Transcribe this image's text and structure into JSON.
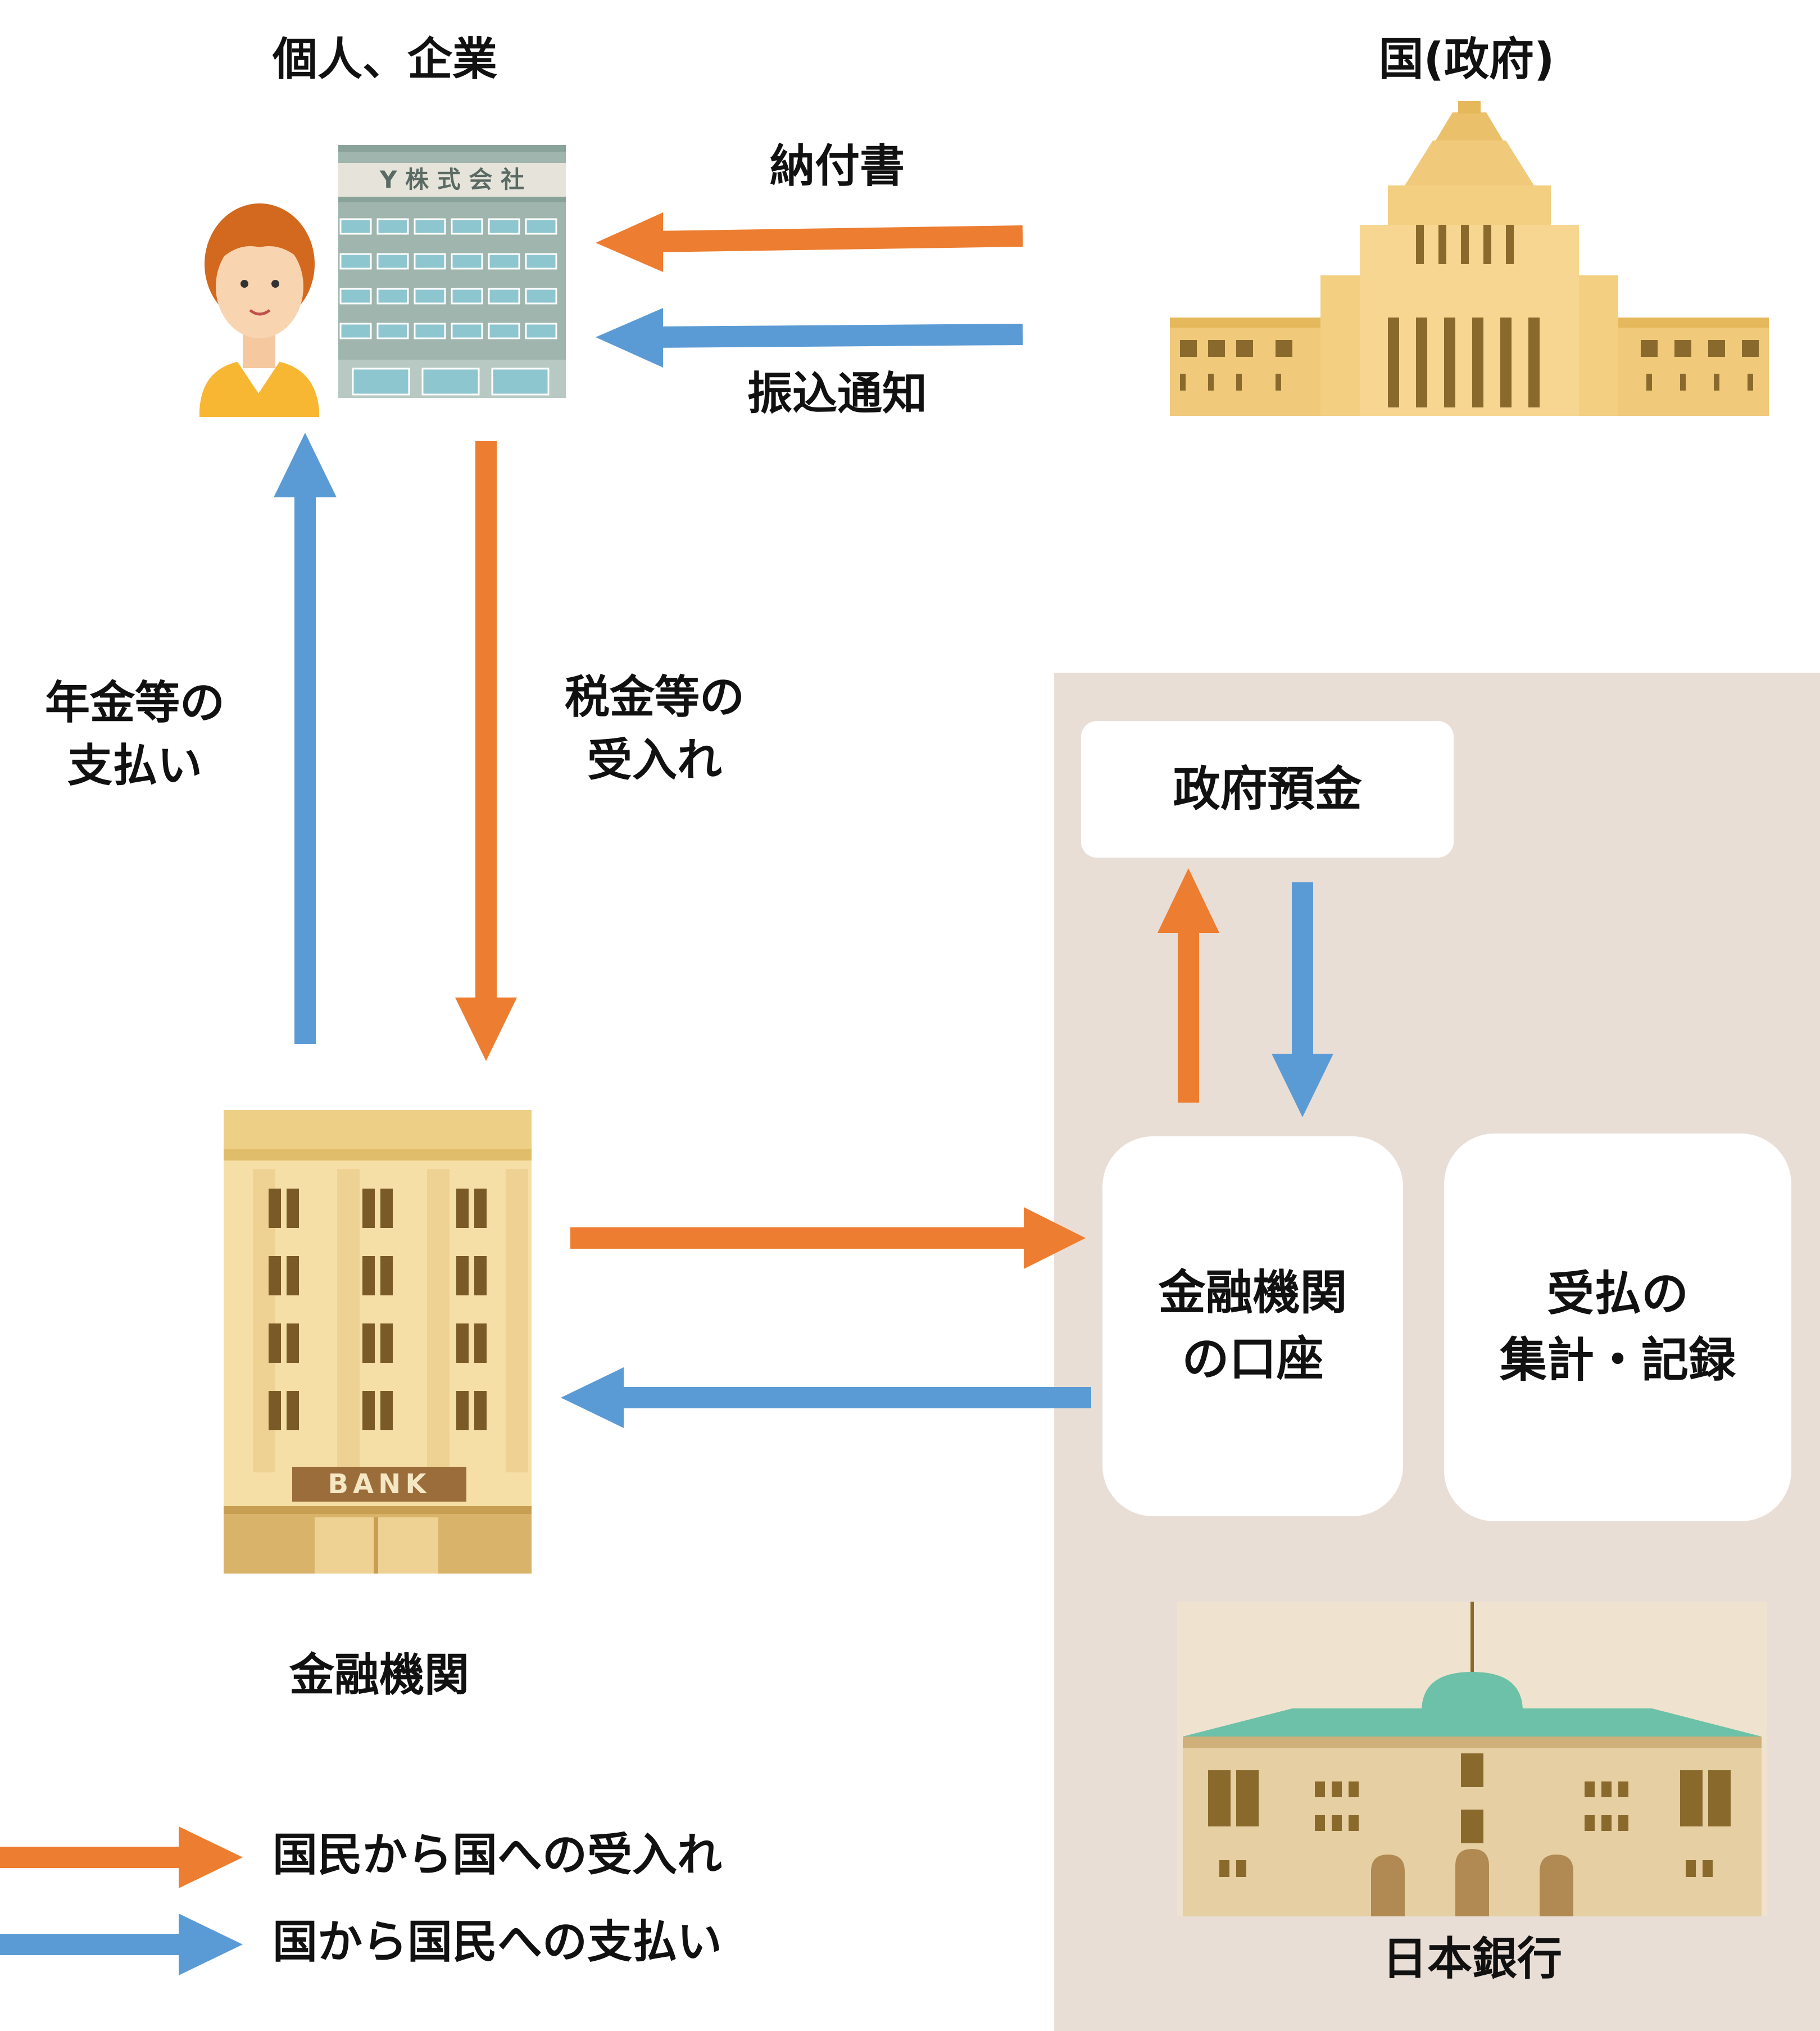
{
  "labels": {
    "individual_company": "個人、企業",
    "government": "国(政府)",
    "payment_slip": "納付書",
    "transfer_notice": "振込通知",
    "pension_payment_line1": "年金等の",
    "pension_payment_line2": "支払い",
    "tax_receipt_line1": "税金等の",
    "tax_receipt_line2": "受入れ",
    "financial_institution": "金融機関",
    "bank_sign": "BANK",
    "company_sign": "Y 株 式 会 社",
    "boj": "日本銀行"
  },
  "boj_panel": {
    "gov_deposit": "政府預金",
    "fi_account_line1": "金融機関",
    "fi_account_line2": "の口座",
    "tally_line1": "受払の",
    "tally_line2": "集計・記録"
  },
  "legend": {
    "receipts": "国民から国への受入れ",
    "payments": "国から国民への支払い"
  },
  "colors": {
    "receipt_arrow": "#ed7d31",
    "payment_arrow": "#5b9bd5",
    "panel_bg": "#e9ded6"
  }
}
